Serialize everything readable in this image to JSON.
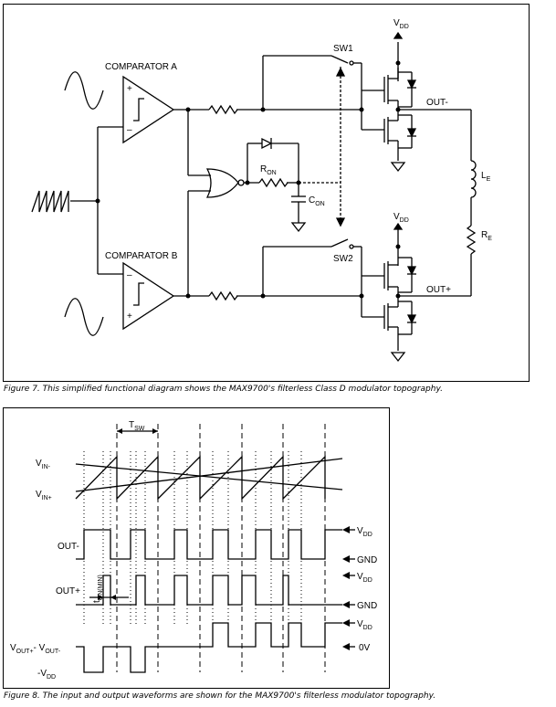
{
  "figure7": {
    "caption": "Figure 7. This simplified functional diagram shows the MAX9700's filterless Class D modulator topography.",
    "labels": {
      "vdd_top": "V",
      "vdd_top_sub": "DD",
      "sw1": "SW1",
      "comp_a": "COMPARATOR A",
      "comp_b": "COMPARATOR B",
      "out_minus": "OUT-",
      "out_plus": "OUT+",
      "ron": "R",
      "ron_sub": "ON",
      "con": "C",
      "con_sub": "ON",
      "le": "L",
      "le_sub": "E",
      "re": "R",
      "re_sub": "E",
      "vdd_mid": "V",
      "vdd_mid_sub": "DD",
      "sw2": "SW2",
      "plus": "+",
      "minus": "–"
    }
  },
  "figure8": {
    "caption": "Figure 8. The input and output waveforms are shown for the MAX9700's filterless modulator topography.",
    "labels": {
      "tsw": "T",
      "tsw_sub": "SW",
      "vin_minus": "V",
      "vin_minus_sub": "IN-",
      "vin_plus": "V",
      "vin_plus_sub": "IN+",
      "out_minus": "OUT-",
      "out_plus": "OUT+",
      "ton": "t",
      "ton_sub": "ON(MIN)",
      "vdd1": "V",
      "vdd1_sub": "DD",
      "gnd1": "GND",
      "vdd2": "V",
      "vdd2_sub": "DD",
      "gnd2": "GND",
      "vdd3": "V",
      "vdd3_sub": "DD",
      "zero_v": "0V",
      "vout_a": "V",
      "vout_a_sub": "OUT+",
      "vout_b": "- V",
      "vout_b_sub": "OUT-",
      "neg_vdd": "-V",
      "neg_vdd_sub": "DD"
    }
  }
}
